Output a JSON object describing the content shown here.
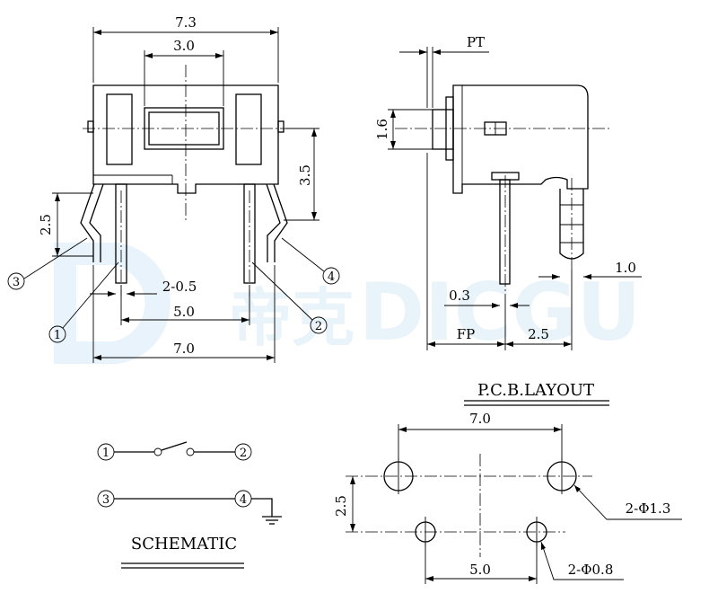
{
  "watermark": {
    "brand": "DICGU",
    "cn": "帝克",
    "color": "#d6eaf7"
  },
  "front_view": {
    "dim_overall_width": "7.3",
    "dim_actuator_width": "3.0",
    "dim_height": "3.5",
    "dim_pin_height": "2.5",
    "dim_pin_width": "2-0.5",
    "dim_pin_pitch": "5.0",
    "dim_lead_span": "7.0",
    "pin_1": "1",
    "pin_2": "2",
    "pin_3": "3",
    "pin_4": "4"
  },
  "side_view": {
    "dim_pt": "PT",
    "dim_actuator_height": "1.6",
    "dim_lead_width": "1.0",
    "dim_pin_thickness": "0.3",
    "dim_fp": "FP",
    "dim_offset": "2.5"
  },
  "schematic": {
    "title": "SCHEMATIC",
    "pin_1": "1",
    "pin_2": "2",
    "pin_3": "3",
    "pin_4": "4"
  },
  "pcb_layout": {
    "title": "P.C.B.LAYOUT",
    "dim_large_pitch": "7.0",
    "dim_row_spacing": "2.5",
    "dim_small_pitch": "5.0",
    "large_hole_label": "2-Φ1.3",
    "small_hole_label": "2-Φ0.8"
  }
}
